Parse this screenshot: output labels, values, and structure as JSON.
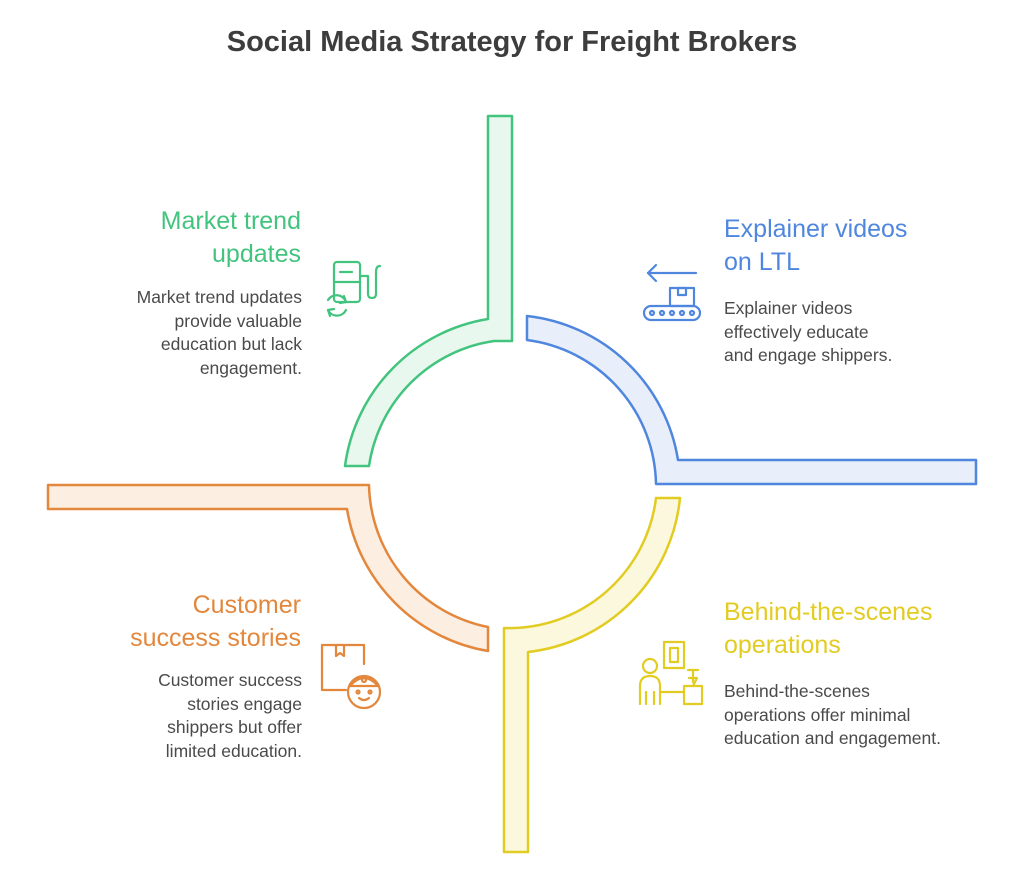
{
  "title": "Social Media Strategy for Freight Brokers",
  "colors": {
    "green": "#43c47e",
    "green_fill": "#e8f8ee",
    "blue": "#4f86de",
    "blue_fill": "#e8effb",
    "yellow": "#e2cc22",
    "yellow_fill": "#fbf8dd",
    "orange": "#e3873d",
    "orange_fill": "#fdeee2",
    "text": "#4a4a4a"
  },
  "sections": {
    "market": {
      "heading": [
        "Market trend",
        "updates"
      ],
      "description": [
        "Market trend updates",
        "provide valuable",
        "education but lack",
        "engagement."
      ],
      "icon": "fuel-pump-refresh-icon"
    },
    "explainer": {
      "heading": [
        "Explainer videos",
        "on LTL"
      ],
      "description": [
        "Explainer videos",
        "effectively educate",
        "and engage shippers."
      ],
      "icon": "conveyor-belt-icon"
    },
    "customer": {
      "heading": [
        "Customer",
        "success stories"
      ],
      "description": [
        "Customer success",
        "stories engage",
        "shippers but offer",
        "limited education."
      ],
      "icon": "delivery-person-icon"
    },
    "behind": {
      "heading": [
        "Behind-the-scenes",
        "operations"
      ],
      "description": [
        "Behind-the-scenes",
        "operations offer minimal",
        "education and engagement."
      ],
      "icon": "worker-operations-icon"
    }
  }
}
